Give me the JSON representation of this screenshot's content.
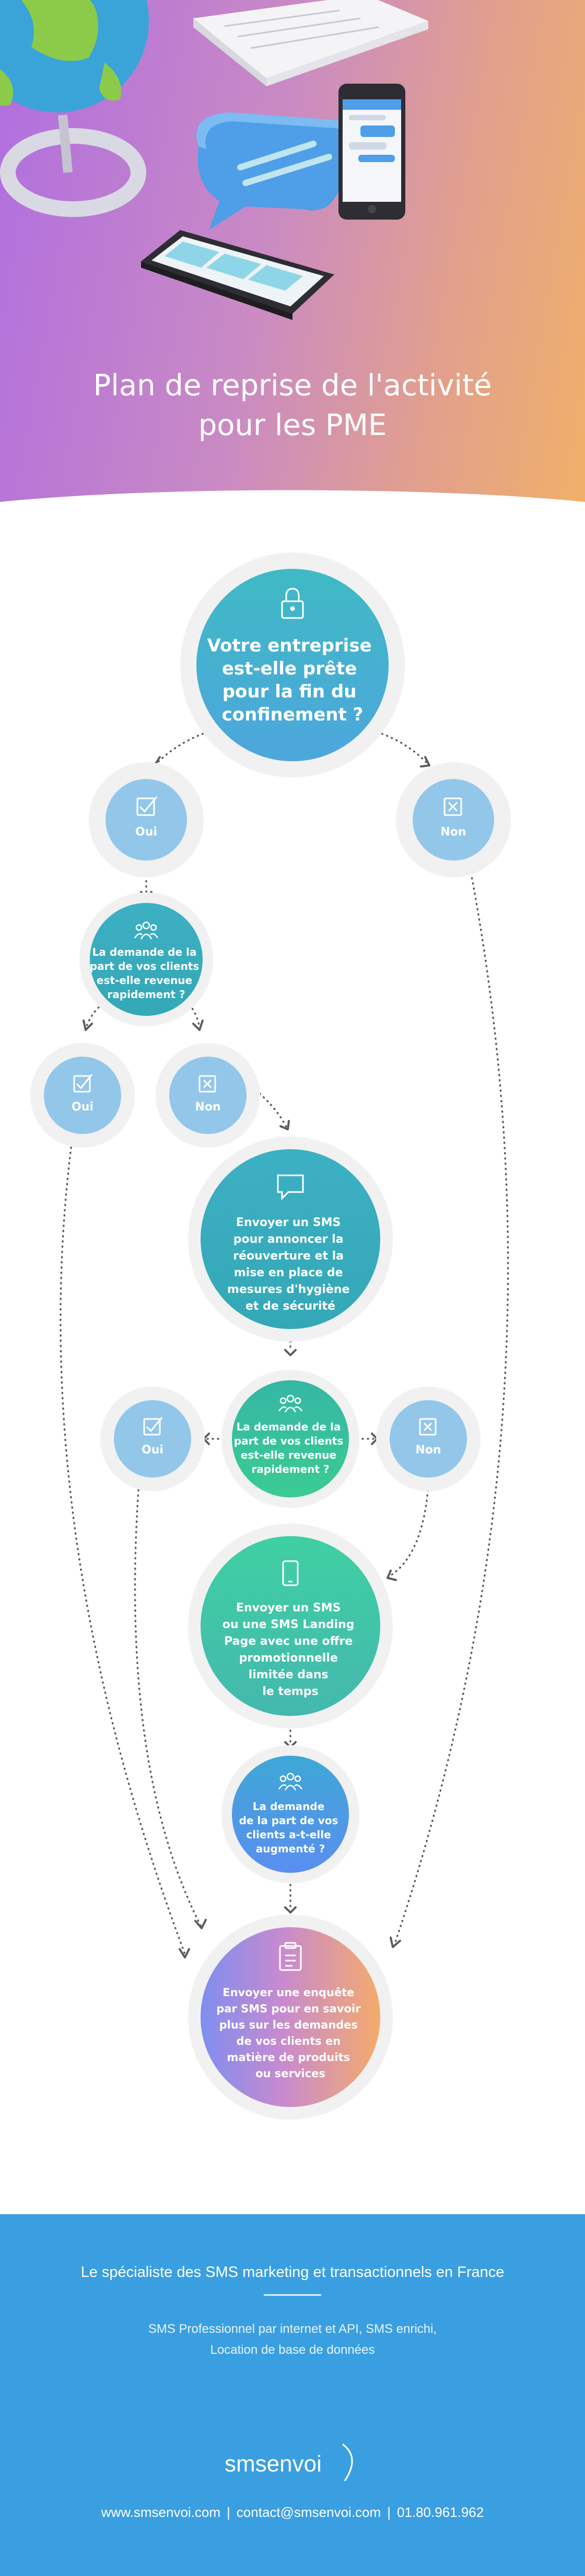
{
  "hero": {
    "title_line1": "Plan de reprise de l'activité",
    "title_line2": "pour les PME"
  },
  "flowchart": {
    "start": {
      "lines": [
        "Votre entreprise",
        "est-elle prête",
        "pour la fin du",
        "confinement ?"
      ],
      "icon": "lock-icon"
    },
    "yes_1": {
      "label": "Oui",
      "icon": "check-icon"
    },
    "no_1": {
      "label": "Non",
      "icon": "cross-icon"
    },
    "question_1": {
      "lines": [
        "La demande de la",
        "part de vos clients",
        "est-elle revenue",
        "rapidement ?"
      ],
      "icon": "people-icon"
    },
    "yes_2": {
      "label": "Oui",
      "icon": "check-icon"
    },
    "no_2": {
      "label": "Non",
      "icon": "cross-icon"
    },
    "action_1": {
      "lines": [
        "Envoyer un SMS",
        "pour annoncer la",
        "réouverture et la",
        "mise en place de",
        "mesures d'hygiène",
        "et de sécurité"
      ],
      "icon": "message-icon"
    },
    "question_2": {
      "lines": [
        "La demande de la",
        "part de vos clients",
        "est-elle revenue",
        "rapidement ?"
      ],
      "icon": "people-icon"
    },
    "yes_3": {
      "label": "Oui",
      "icon": "check-icon"
    },
    "no_3": {
      "label": "Non",
      "icon": "cross-icon"
    },
    "action_2": {
      "lines": [
        "Envoyer un SMS",
        "ou une SMS Landing",
        "Page avec une offre",
        "promotionnelle",
        "limitée dans",
        "le temps"
      ],
      "icon": "phone-icon"
    },
    "question_3": {
      "lines": [
        "La demande",
        "de la part de vos",
        "clients a-t-elle",
        "augmenté ?"
      ],
      "icon": "people-icon"
    },
    "final": {
      "lines": [
        "Envoyer une enquête",
        "par SMS pour en savoir",
        "plus sur les demandes",
        "de vos clients en",
        "matière de produits",
        "ou services"
      ],
      "icon": "clipboard-icon"
    }
  },
  "colors": {
    "teal": "#3ab3c2",
    "light_blue": "#92c7ea",
    "green": "#38c59c",
    "blue": "#4f97e8",
    "footer_blue": "#3a9fe0"
  },
  "footer": {
    "tagline": "Le spécialiste des SMS marketing et transactionnels en France",
    "desc_line1": "SMS Professionnel par internet et API, SMS enrichi,",
    "desc_line2": "Location de base de données",
    "logo_part1": "sms",
    "logo_part2": "envoi",
    "website": "www.smsenvoi.com",
    "email": "contact@smsenvoi.com",
    "phone": "01.80.961.962"
  }
}
